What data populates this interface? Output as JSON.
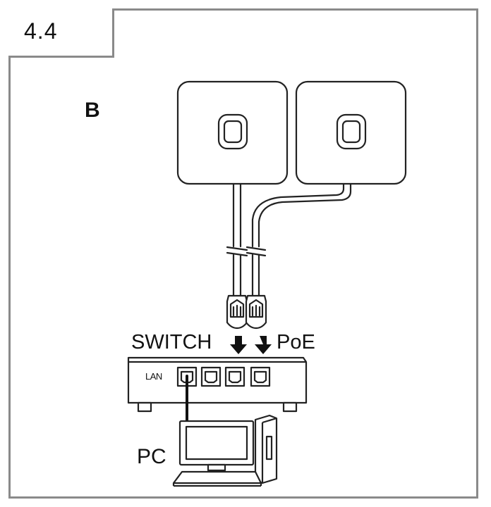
{
  "step": "4.4",
  "variant": "B",
  "labels": {
    "switch": "SWITCH",
    "poe": "PoE",
    "lan": "LAN",
    "pc": "PC"
  },
  "colors": {
    "frame": "#8a8a8a",
    "line": "#222222"
  },
  "icons": [
    "access-point-icon",
    "ethernet-plug-icon",
    "down-arrow-icon",
    "network-switch-icon",
    "ethernet-port-icon",
    "desktop-pc-icon"
  ]
}
